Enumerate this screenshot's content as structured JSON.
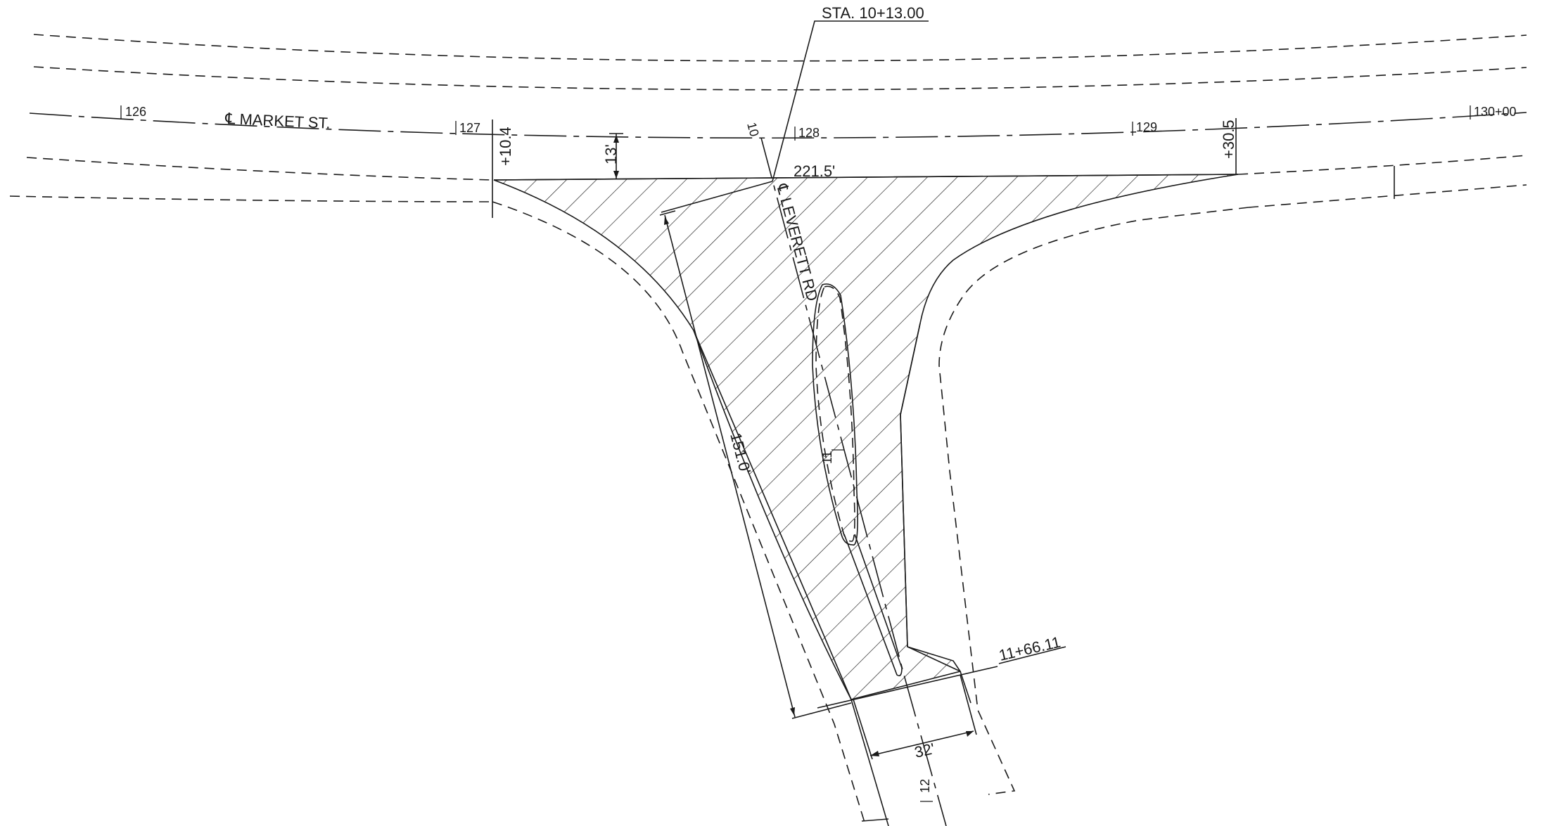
{
  "labels": {
    "market_street": "℄ MARKET ST.",
    "leverett_road": "℄ LEVERETT RD",
    "sta_callout": "STA. 10+13.00",
    "station_end": "11+66.11"
  },
  "stations": {
    "s126": "126",
    "s127": "127",
    "s128": "128",
    "s129": "129",
    "s130": "130+00",
    "s10": "10",
    "s11": "11",
    "s12": "12"
  },
  "offsets": {
    "left": "+10.4",
    "right": "+30.5"
  },
  "dimensions": {
    "top_width": "221.5'",
    "setback": "13'",
    "diagonal": "151.0'",
    "throat_width": "32'"
  }
}
